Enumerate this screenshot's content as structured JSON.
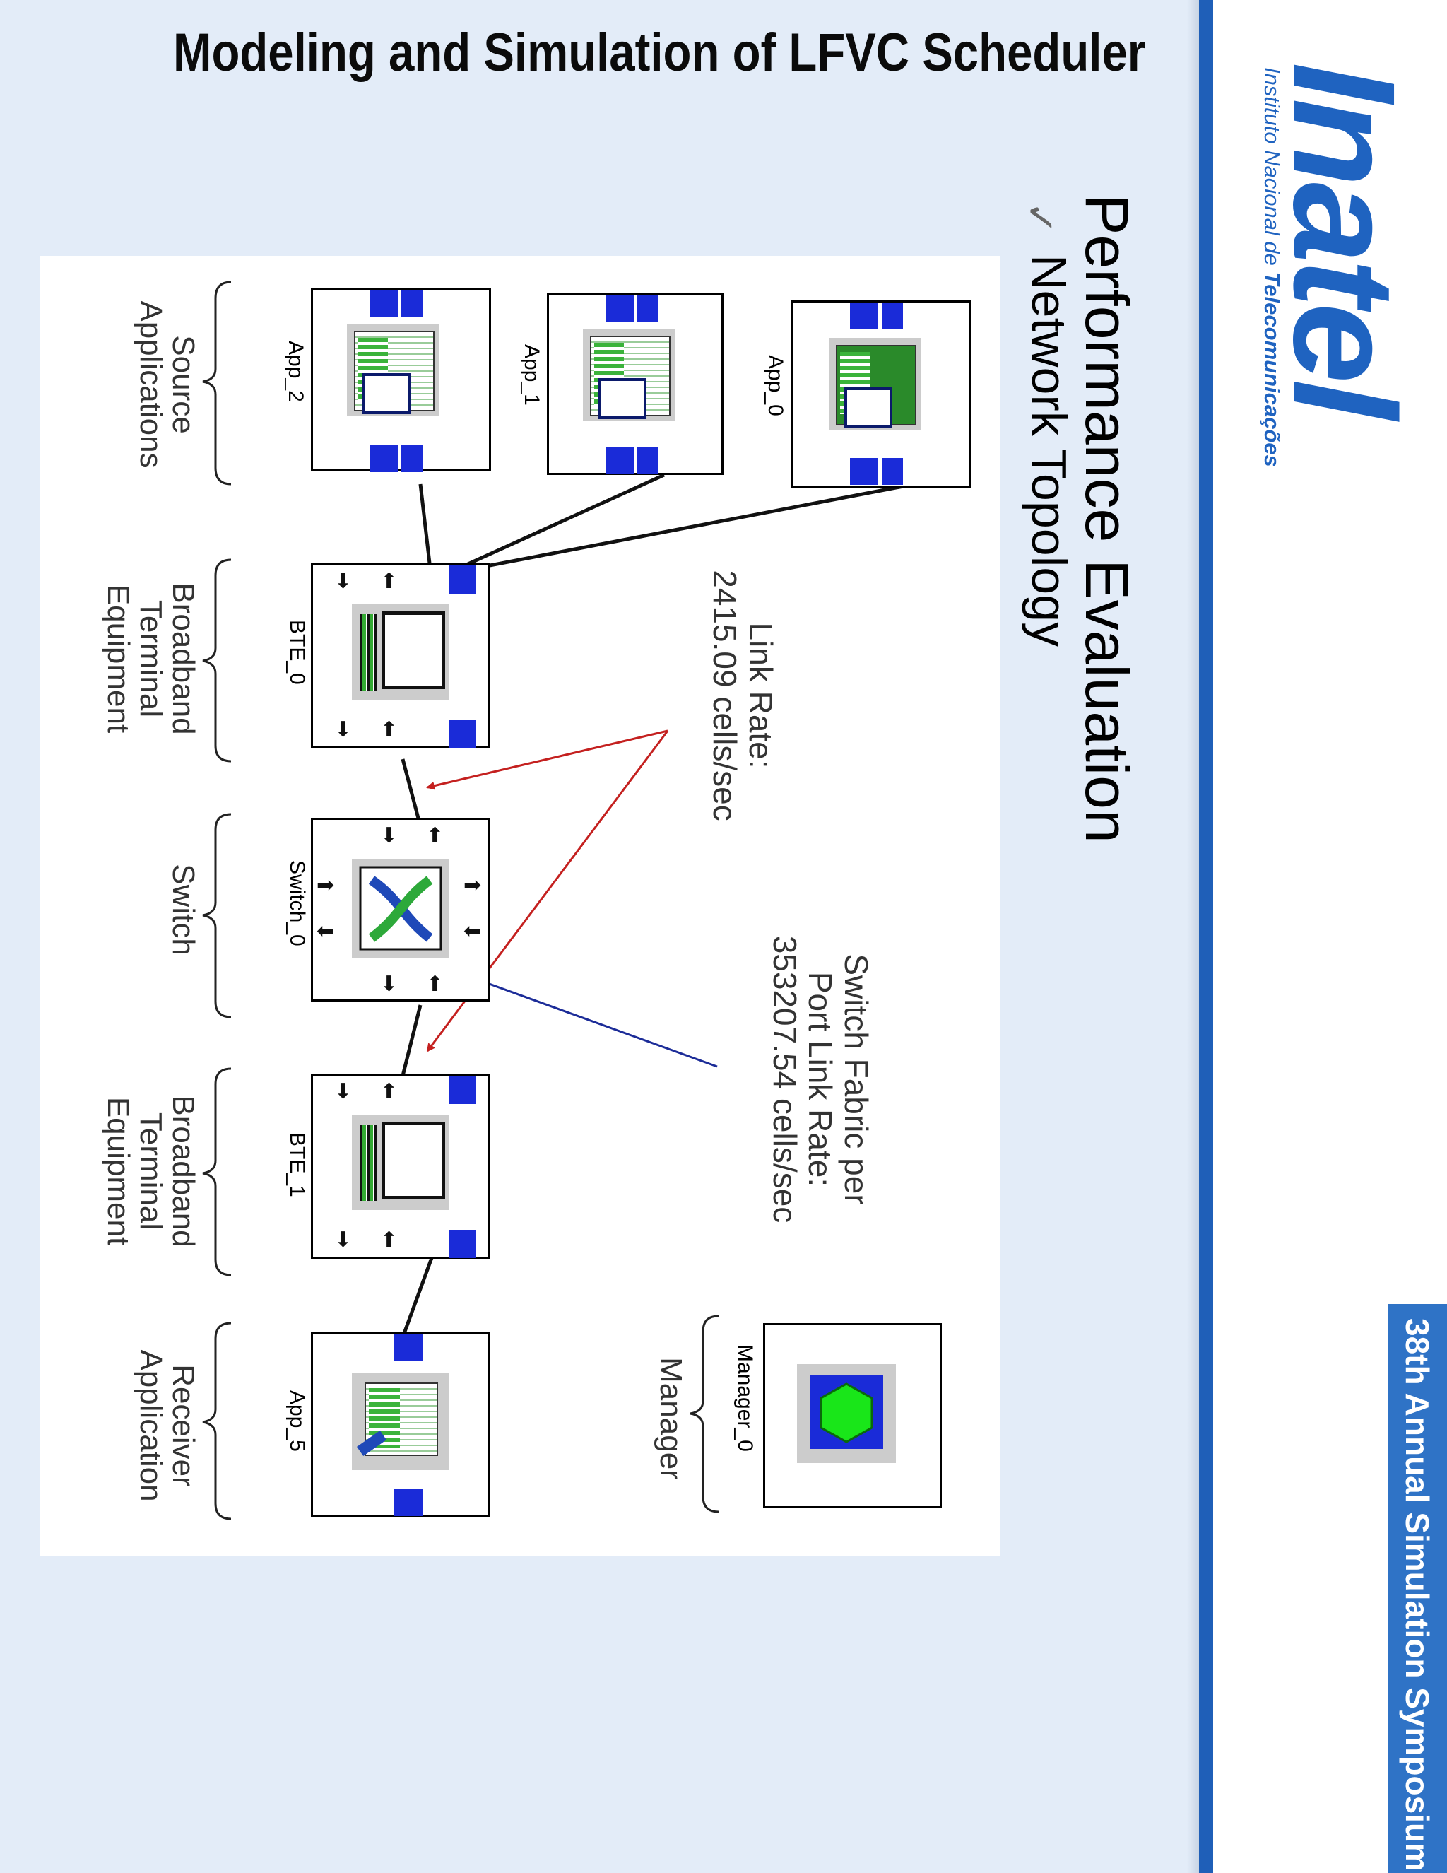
{
  "title": "Modeling and Simulation of LFVC Scheduler",
  "logo": {
    "name": "Inatel",
    "subtitle_prefix": "Instituto Nacional de ",
    "subtitle_bold": "Telecomunicações"
  },
  "symposium": "38th Annual Simulation Symposium",
  "heading": "Performance Evaluation",
  "bullet": {
    "mark": "✓",
    "text": "Network Topology"
  },
  "annotations": {
    "link_rate": [
      "Link Rate:",
      "2415.09 cells/sec"
    ],
    "switch_rate": [
      "Switch Fabric per",
      "Port Link Rate:",
      "353207.54 cells/sec"
    ]
  },
  "nodes": {
    "app_0": "App_0",
    "app_1": "App_1",
    "app_2": "App_2",
    "bte_0": "BTE_0",
    "switch_0": "Switch_0",
    "bte_1": "BTE_1",
    "app_5": "App_5",
    "manager_0": "Manager_0"
  },
  "groups": {
    "source": [
      "Source",
      "Applications"
    ],
    "bte_a": [
      "Broadband",
      "Terminal",
      "Equipment"
    ],
    "switch": [
      "Switch"
    ],
    "bte_b": [
      "Broadband",
      "Terminal",
      "Equipment"
    ],
    "receiver": [
      "Receiver",
      "Application"
    ],
    "manager": [
      "Manager"
    ]
  },
  "colors": {
    "accent": "#1f63c0",
    "port": "#1a2bd8",
    "link_arrow": "#c4201f",
    "switch_arrow": "#1c2c98",
    "manager_hex": "#19e619"
  }
}
